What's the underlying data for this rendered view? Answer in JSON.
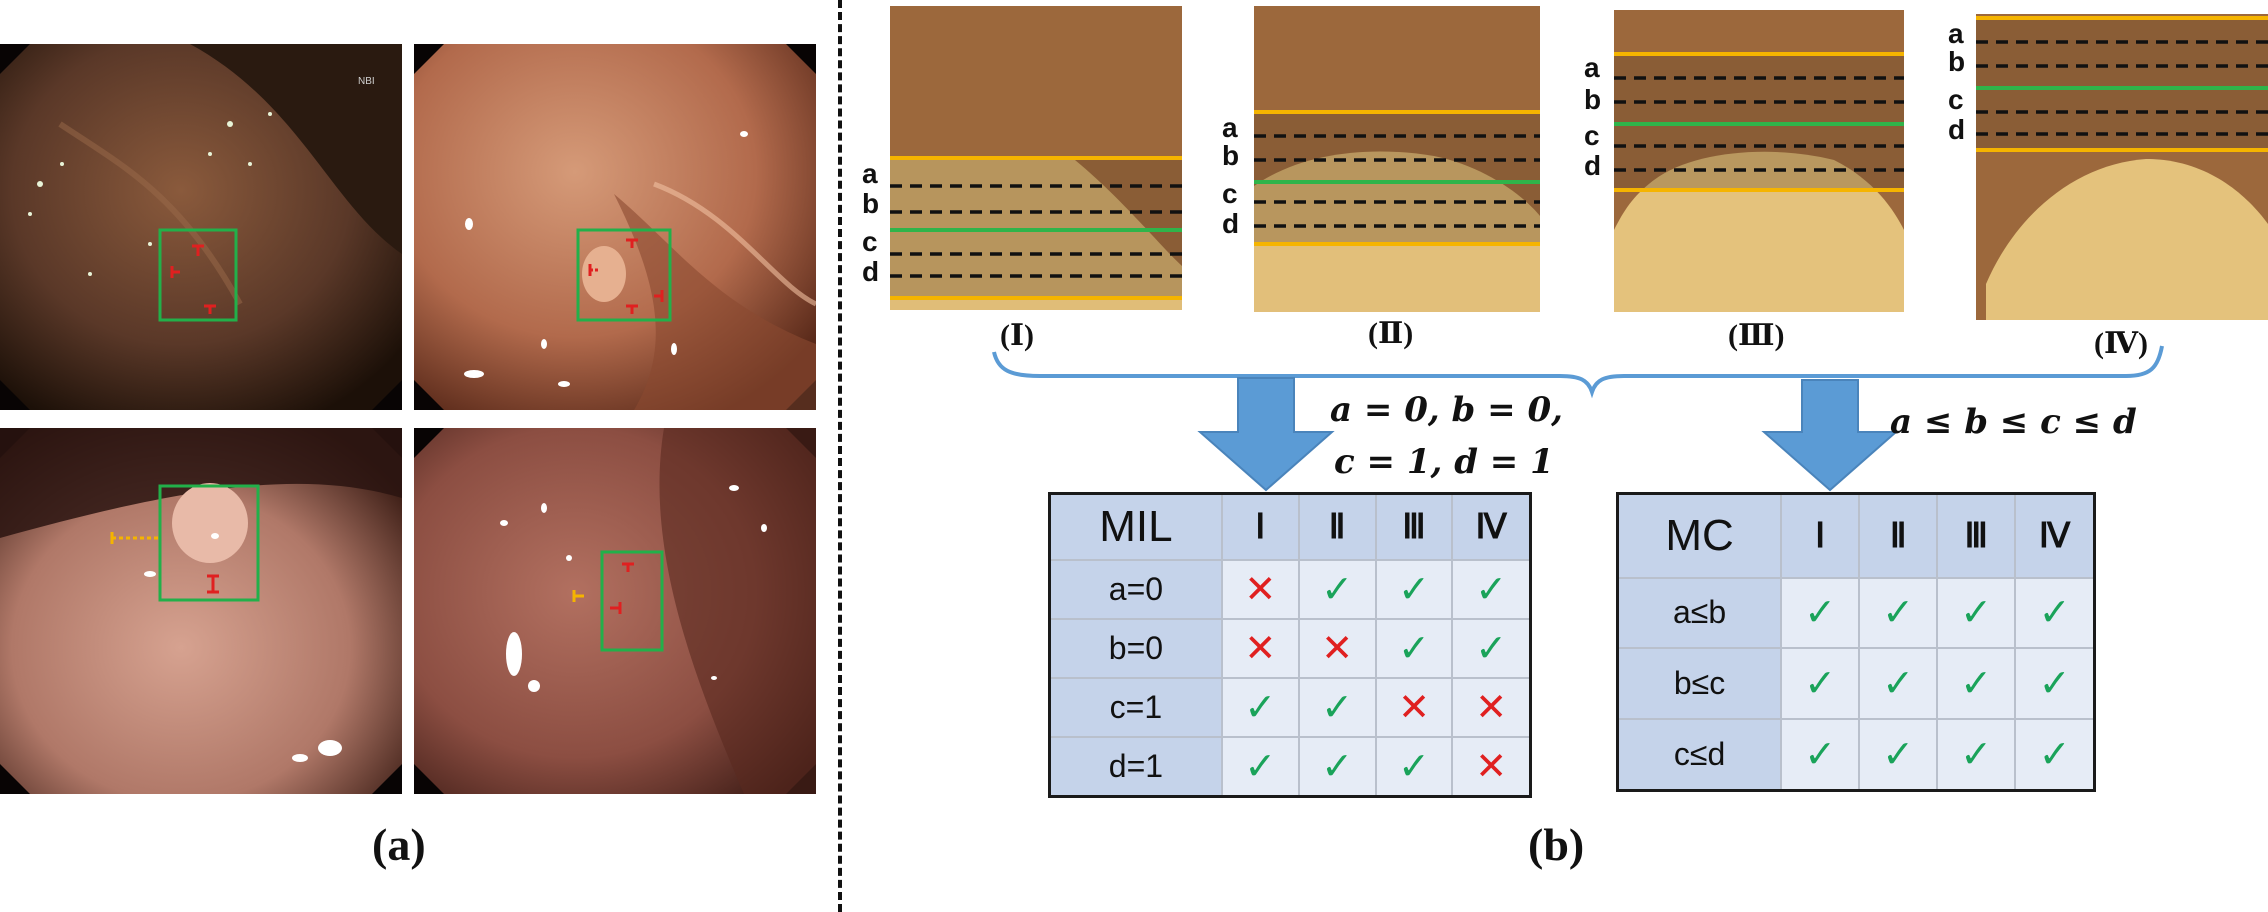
{
  "panel_a": {
    "label": "(a)",
    "images": [
      {
        "badge": "NBI"
      },
      {
        "badge": ""
      },
      {
        "badge": ""
      },
      {
        "badge": ""
      }
    ]
  },
  "panel_b": {
    "label": "(b)",
    "crops": [
      {
        "numeral": "(Ⅰ)",
        "letters": [
          "a",
          "b",
          "c",
          "d"
        ]
      },
      {
        "numeral": "(Ⅱ)",
        "letters": [
          "a",
          "b",
          "c",
          "d"
        ]
      },
      {
        "numeral": "(Ⅲ)",
        "letters": [
          "a",
          "b",
          "c",
          "d"
        ]
      },
      {
        "numeral": "(Ⅳ)",
        "letters": [
          "a",
          "b",
          "c",
          "d"
        ]
      }
    ],
    "mil_condition": [
      "a = 0, b = 0,",
      "c = 1, d = 1"
    ],
    "mc_condition": "a ≤ b ≤ c ≤ d",
    "mil_table": {
      "corner": "MIL",
      "columns": [
        "Ⅰ",
        "Ⅱ",
        "Ⅲ",
        "Ⅳ"
      ],
      "rows": [
        {
          "label": "a=0",
          "cells": [
            "✕",
            "✓",
            "✓",
            "✓"
          ]
        },
        {
          "label": "b=0",
          "cells": [
            "✕",
            "✕",
            "✓",
            "✓"
          ]
        },
        {
          "label": "c=1",
          "cells": [
            "✓",
            "✓",
            "✕",
            "✕"
          ]
        },
        {
          "label": "d=1",
          "cells": [
            "✓",
            "✓",
            "✓",
            "✕"
          ]
        }
      ]
    },
    "mc_table": {
      "corner": "MC",
      "columns": [
        "Ⅰ",
        "Ⅱ",
        "Ⅲ",
        "Ⅳ"
      ],
      "rows": [
        {
          "label": "a≤b",
          "cells": [
            "✓",
            "✓",
            "✓",
            "✓"
          ]
        },
        {
          "label": "b≤c",
          "cells": [
            "✓",
            "✓",
            "✓",
            "✓"
          ]
        },
        {
          "label": "c≤d",
          "cells": [
            "✓",
            "✓",
            "✓",
            "✓"
          ]
        }
      ]
    },
    "colors": {
      "check": "#1aa35a",
      "cross": "#e02020",
      "band_border": "#f5b400",
      "center_line": "#2fb44a",
      "arrow": "#5b9bd5",
      "header_fill": "#c5d3ea",
      "cell_fill": "#e6ecf6"
    }
  }
}
